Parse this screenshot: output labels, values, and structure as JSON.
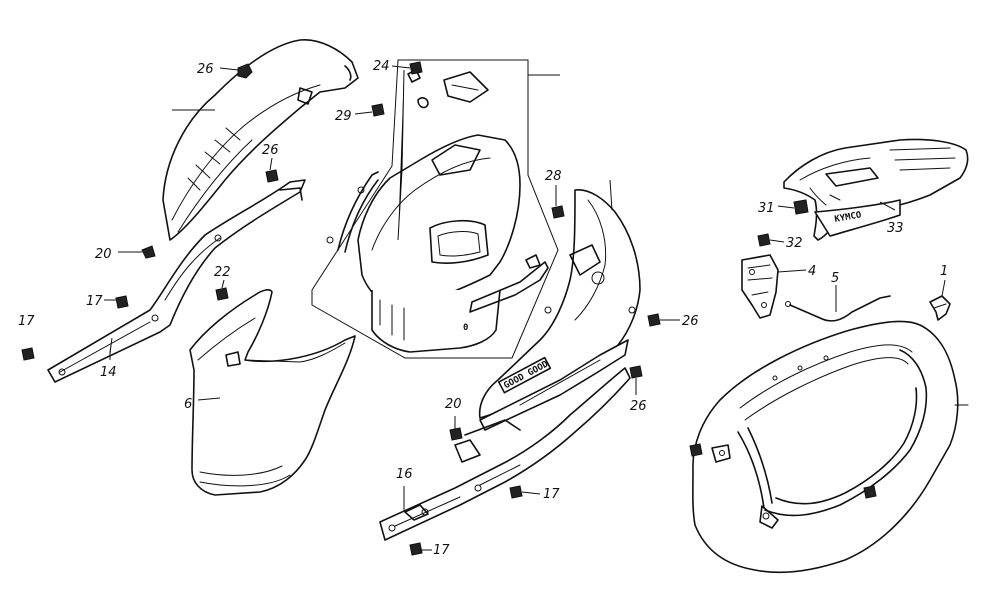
{
  "diagram": {
    "parts": [
      {
        "id": "p1",
        "label": "1"
      },
      {
        "id": "p4",
        "label": "4"
      },
      {
        "id": "p5",
        "label": "5"
      },
      {
        "id": "p6",
        "label": "6"
      },
      {
        "id": "p14",
        "label": "14"
      },
      {
        "id": "p16",
        "label": "16"
      },
      {
        "id": "p17a",
        "label": "17"
      },
      {
        "id": "p17b",
        "label": "17"
      },
      {
        "id": "p17c",
        "label": "17"
      },
      {
        "id": "p17d",
        "label": "17"
      },
      {
        "id": "p20a",
        "label": "20"
      },
      {
        "id": "p20b",
        "label": "20"
      },
      {
        "id": "p22",
        "label": "22"
      },
      {
        "id": "p24",
        "label": "24"
      },
      {
        "id": "p26a",
        "label": "26"
      },
      {
        "id": "p26b",
        "label": "26"
      },
      {
        "id": "p26c",
        "label": "26"
      },
      {
        "id": "p26d",
        "label": "26"
      },
      {
        "id": "p28",
        "label": "28"
      },
      {
        "id": "p29",
        "label": "29"
      },
      {
        "id": "p31",
        "label": "31"
      },
      {
        "id": "p32",
        "label": "32"
      },
      {
        "id": "p33",
        "label": "33"
      }
    ],
    "emblems": {
      "carrier_brand": "KYMCO",
      "cover_mark": "GOOD GOOD"
    }
  }
}
